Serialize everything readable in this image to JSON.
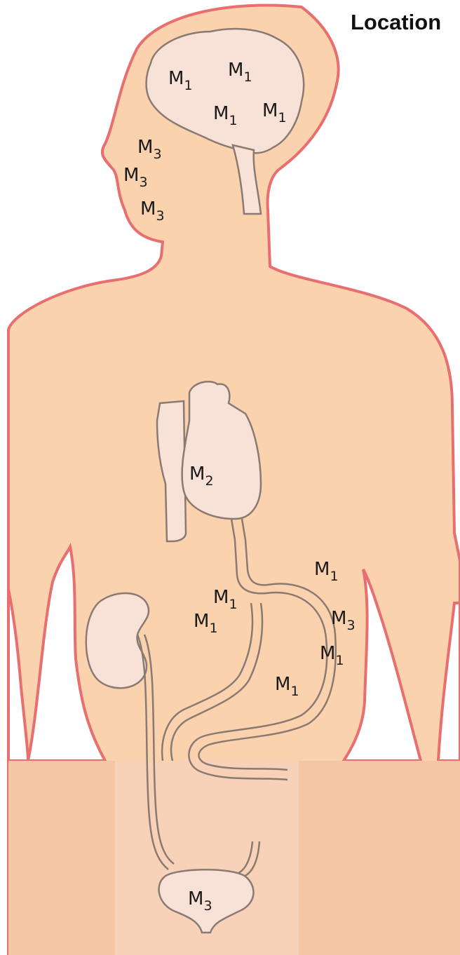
{
  "title": "Location",
  "colors": {
    "skin": "#fbd2ae",
    "skin_lower": "#f7c8a6",
    "outline": "#e86f6f",
    "organ_fill": "#f8e1d6",
    "organ_stroke": "#8a7a72",
    "lower_panel": "#f5c6a6",
    "lower_center": "#f8d2b8"
  },
  "labels": {
    "brain_1": "M",
    "brain_1_sub": "1",
    "brain_2": "M",
    "brain_2_sub": "1",
    "brain_3": "M",
    "brain_3_sub": "1",
    "brain_4": "M",
    "brain_4_sub": "1",
    "face_1": "M",
    "face_1_sub": "3",
    "face_2": "M",
    "face_2_sub": "3",
    "face_3": "M",
    "face_3_sub": "3",
    "heart": "M",
    "heart_sub": "2",
    "gut_1": "M",
    "gut_1_sub": "1",
    "gut_2": "M",
    "gut_2_sub": "1",
    "gut_3": "M",
    "gut_3_sub": "1",
    "gut_4": "M",
    "gut_4_sub": "3",
    "gut_5": "M",
    "gut_5_sub": "1",
    "gut_6": "M",
    "gut_6_sub": "1",
    "bladder": "M",
    "bladder_sub": "3"
  }
}
